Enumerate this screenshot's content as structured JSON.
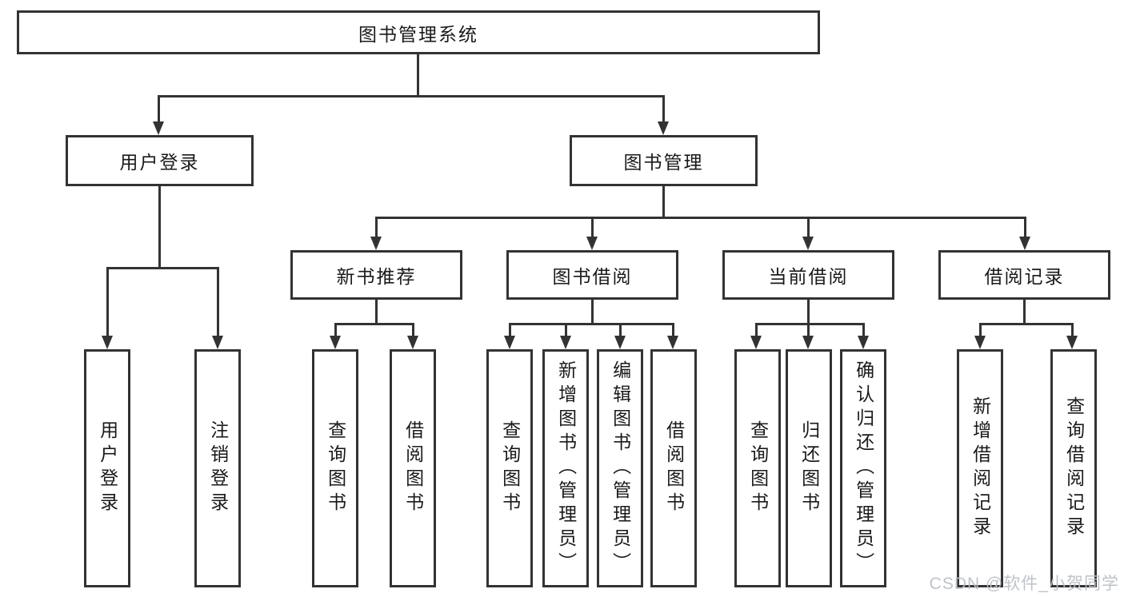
{
  "diagram": {
    "watermark": "CSDN @软件_小贺同学",
    "colors": {
      "line": "#333333",
      "text": "#1a1a1a",
      "background": "#ffffff",
      "watermark": "#bbc0c7"
    },
    "nodes": {
      "root": {
        "label": "图书管理系统"
      },
      "level2": [
        {
          "label": "用户登录"
        },
        {
          "label": "图书管理"
        }
      ],
      "level3": [
        {
          "label": "新书推荐"
        },
        {
          "label": "图书借阅"
        },
        {
          "label": "当前借阅"
        },
        {
          "label": "借阅记录"
        }
      ],
      "leaves": {
        "user_login": [
          {
            "label": "用户登录"
          },
          {
            "label": "注销登录"
          }
        ],
        "new_book": [
          {
            "label": "查询图书"
          },
          {
            "label": "借阅图书"
          }
        ],
        "book_borrow": [
          {
            "label": "查询图书"
          },
          {
            "label": "新增图书（管理员）"
          },
          {
            "label": "编辑图书（管理员）"
          },
          {
            "label": "借阅图书"
          }
        ],
        "current_borrow": [
          {
            "label": "查询图书"
          },
          {
            "label": "归还图书"
          },
          {
            "label": "确认归还（管理员）"
          }
        ],
        "borrow_record": [
          {
            "label": "新增借阅记录"
          },
          {
            "label": "查询借阅记录"
          }
        ]
      }
    }
  }
}
